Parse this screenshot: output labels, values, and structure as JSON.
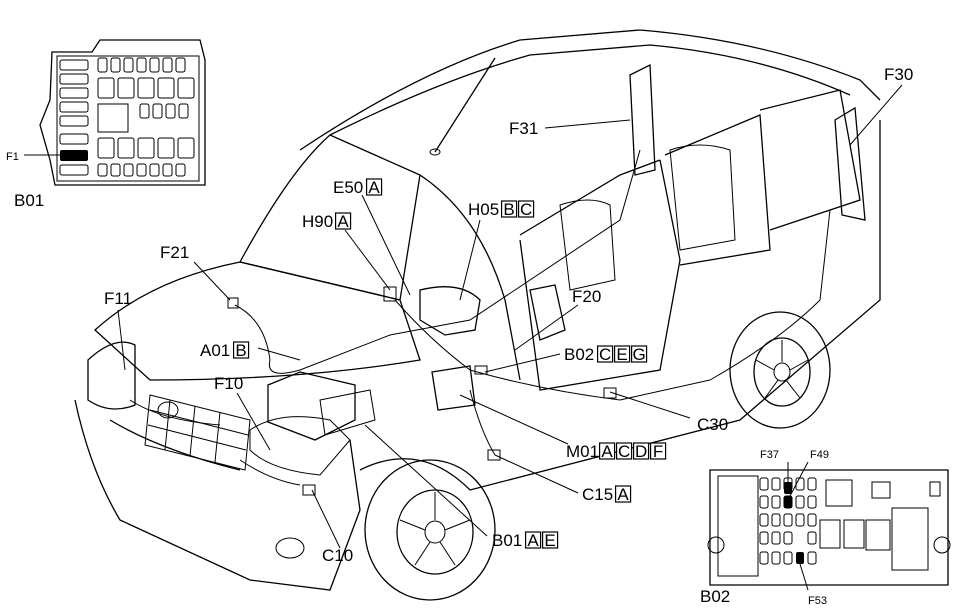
{
  "callouts": [
    {
      "id": "B01_tl",
      "code": "B01",
      "variants": []
    },
    {
      "id": "F1",
      "code": "F1",
      "variants": []
    },
    {
      "id": "F21",
      "code": "F21",
      "variants": []
    },
    {
      "id": "F11",
      "code": "F11",
      "variants": []
    },
    {
      "id": "A01",
      "code": "A01",
      "variants": [
        "B"
      ]
    },
    {
      "id": "F10",
      "code": "F10",
      "variants": []
    },
    {
      "id": "C10",
      "code": "C10",
      "variants": []
    },
    {
      "id": "H90",
      "code": "H90",
      "variants": [
        "A"
      ]
    },
    {
      "id": "E50",
      "code": "E50",
      "variants": [
        "A"
      ]
    },
    {
      "id": "H05",
      "code": "H05",
      "variants": [
        "B",
        "C"
      ]
    },
    {
      "id": "F31",
      "code": "F31",
      "variants": []
    },
    {
      "id": "F30",
      "code": "F30",
      "variants": []
    },
    {
      "id": "F20",
      "code": "F20",
      "variants": []
    },
    {
      "id": "B02_mid",
      "code": "B02",
      "variants": [
        "C",
        "E",
        "G"
      ]
    },
    {
      "id": "C30",
      "code": "C30",
      "variants": []
    },
    {
      "id": "M01",
      "code": "M01",
      "variants": [
        "A",
        "C",
        "D",
        "F"
      ]
    },
    {
      "id": "C15",
      "code": "C15",
      "variants": [
        "A"
      ]
    },
    {
      "id": "B01_mid",
      "code": "B01",
      "variants": [
        "A",
        "E"
      ]
    },
    {
      "id": "F37",
      "code": "F37",
      "variants": []
    },
    {
      "id": "F49",
      "code": "F49",
      "variants": []
    },
    {
      "id": "F53",
      "code": "F53",
      "variants": []
    },
    {
      "id": "B02_br",
      "code": "B02",
      "variants": []
    }
  ]
}
